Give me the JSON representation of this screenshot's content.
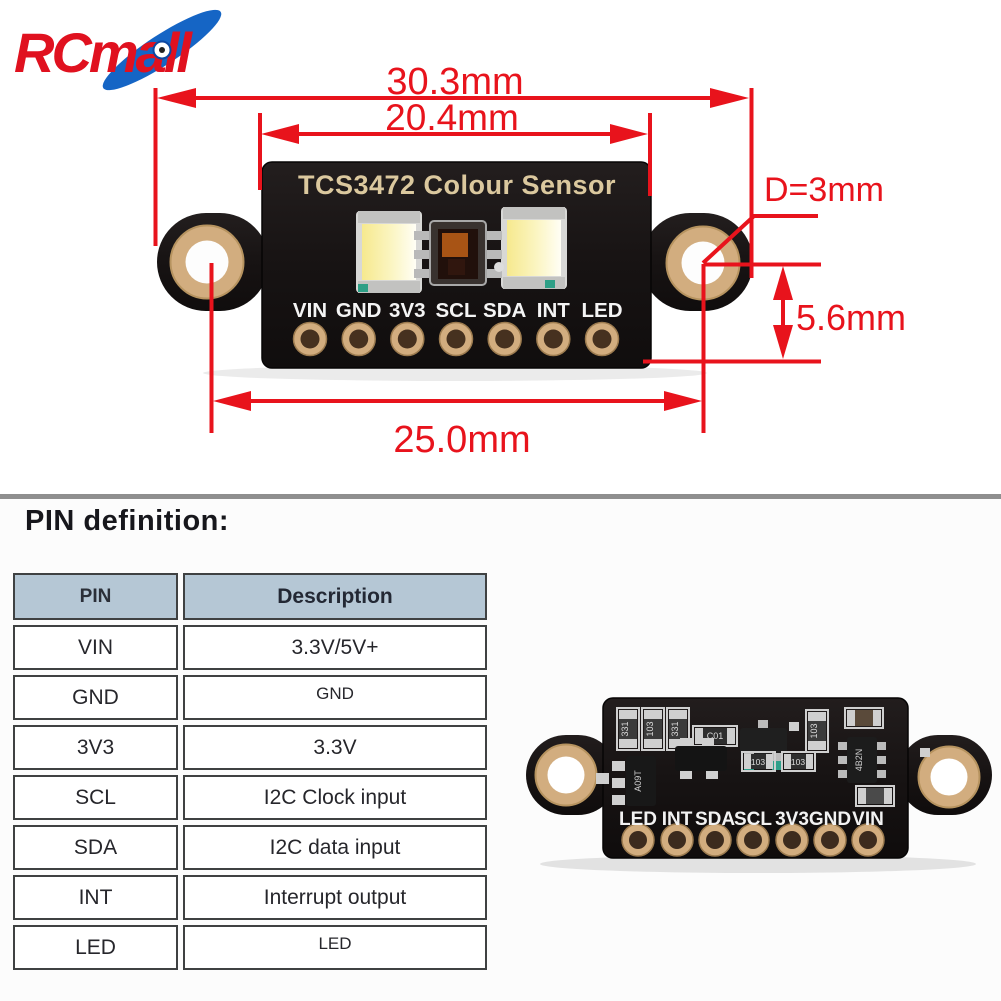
{
  "logo": {
    "brand": "RCmall",
    "red": "#e0111f",
    "blue": "#1565c5"
  },
  "front_board": {
    "title": "TCS3472 Colour Sensor",
    "pins": [
      "VIN",
      "GND",
      "3V3",
      "SCL",
      "SDA",
      "INT",
      "LED"
    ]
  },
  "dimensions": {
    "overall_width": "30.3mm",
    "body_width": "20.4mm",
    "hole_diameter": "D=3mm",
    "hole_offset_height": "5.6mm",
    "hole_spacing": "25.0mm",
    "annotation_color": "#e8131c"
  },
  "pin_section": {
    "heading": "PIN definition:",
    "table": {
      "headers": [
        "PIN",
        "Description"
      ],
      "rows": [
        {
          "pin": "VIN",
          "description": "3.3V/5V+"
        },
        {
          "pin": "GND",
          "description": "GND"
        },
        {
          "pin": "3V3",
          "description": "3.3V"
        },
        {
          "pin": "SCL",
          "description": "I2C Clock input"
        },
        {
          "pin": "SDA",
          "description": "I2C data input"
        },
        {
          "pin": "INT",
          "description": "Interrupt output"
        },
        {
          "pin": "LED",
          "description": "LED"
        }
      ]
    }
  },
  "back_board": {
    "pins": [
      "LED",
      "INT",
      "SDA",
      "SCL",
      "3V3",
      "GND",
      "VIN"
    ],
    "component_labels": [
      "331",
      "103",
      "331",
      "C01",
      "A09T",
      "103",
      "103",
      "103",
      "4B2N"
    ]
  }
}
